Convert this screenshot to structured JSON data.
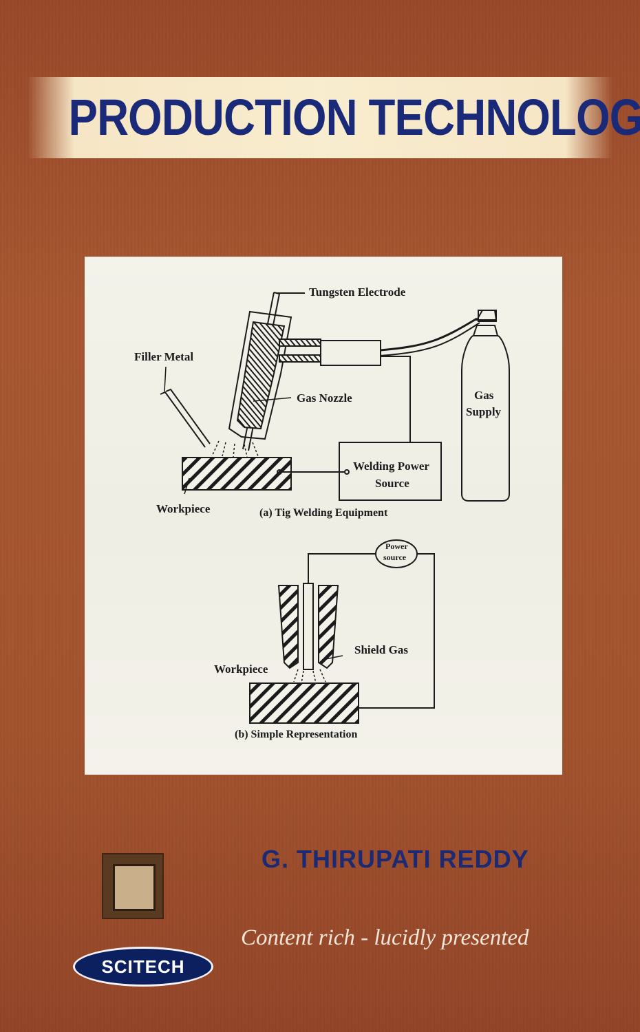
{
  "cover": {
    "title": "PRODUCTION TECHNOLOGY",
    "author": "G. THIRUPATI REDDY",
    "tagline": "Content rich - lucidly presented",
    "publisher": "SCITECH",
    "colors": {
      "background": "#a4522f",
      "title": "#1a2a78",
      "publisher_badge": "#0c1f5e"
    }
  },
  "figure_a": {
    "tungsten_electrode": "Tungsten Electrode",
    "filler_metal": "Filler Metal",
    "gas_nozzle": "Gas Nozzle",
    "gas_supply_line1": "Gas",
    "gas_supply_line2": "Supply",
    "power_source_line1": "Welding Power",
    "power_source_line2": "Source",
    "workpiece": "Workpiece",
    "caption": "(a) Tig Welding Equipment"
  },
  "figure_b": {
    "power_line1": "Power",
    "power_line2": "source",
    "shield_gas": "Shield Gas",
    "workpiece": "Workpiece",
    "caption": "(b) Simple Representation"
  }
}
